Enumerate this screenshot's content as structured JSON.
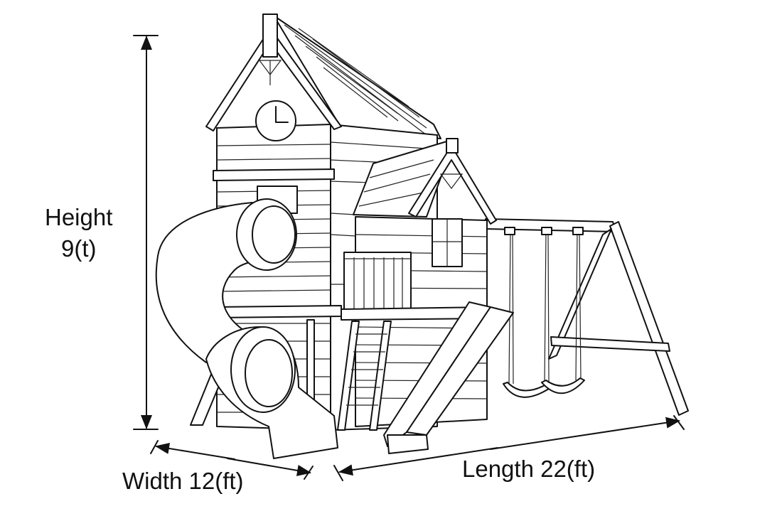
{
  "dimensions": {
    "height": {
      "label": "Height",
      "value": "9(t)"
    },
    "width": {
      "label": "Width 12(ft)"
    },
    "length": {
      "label": "Length 22(ft)"
    }
  },
  "colors": {
    "line": "#111111",
    "background": "#ffffff"
  }
}
